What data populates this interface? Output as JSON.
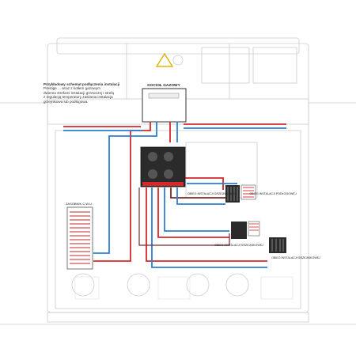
{
  "caption": {
    "title": "Przykładowy schemat podłączenia instalacji",
    "lines": [
      "Prestige ... wraz z kotłem gazowym",
      "dwiema strefami instalacji grzewczej i strefą",
      "z regulacją temperatury zasilania instalacja",
      "grzejnikowa lub podłogowa."
    ]
  },
  "labels": {
    "boiler": "KOCIOŁ GAZOWY",
    "tank": "ZASOBNIK C.W.U.",
    "zone1": "OBIEG INSTALACJI GRZEJNIKOWEJ",
    "zone2": "OBIEG INSTALACJI PODŁOGOWEJ",
    "zone3": "OBIEG INSTALACJI GRZEJNIKOWEJ",
    "zone4": "OBIEG INSTALACJI GRZEJNIKOWEJ"
  },
  "colors": {
    "supply": "#d62828",
    "return": "#2a7fd4",
    "dark_pipe": "#7a2a2a",
    "frame": "#b8bcc4",
    "manifold": "#2b2b2b"
  }
}
